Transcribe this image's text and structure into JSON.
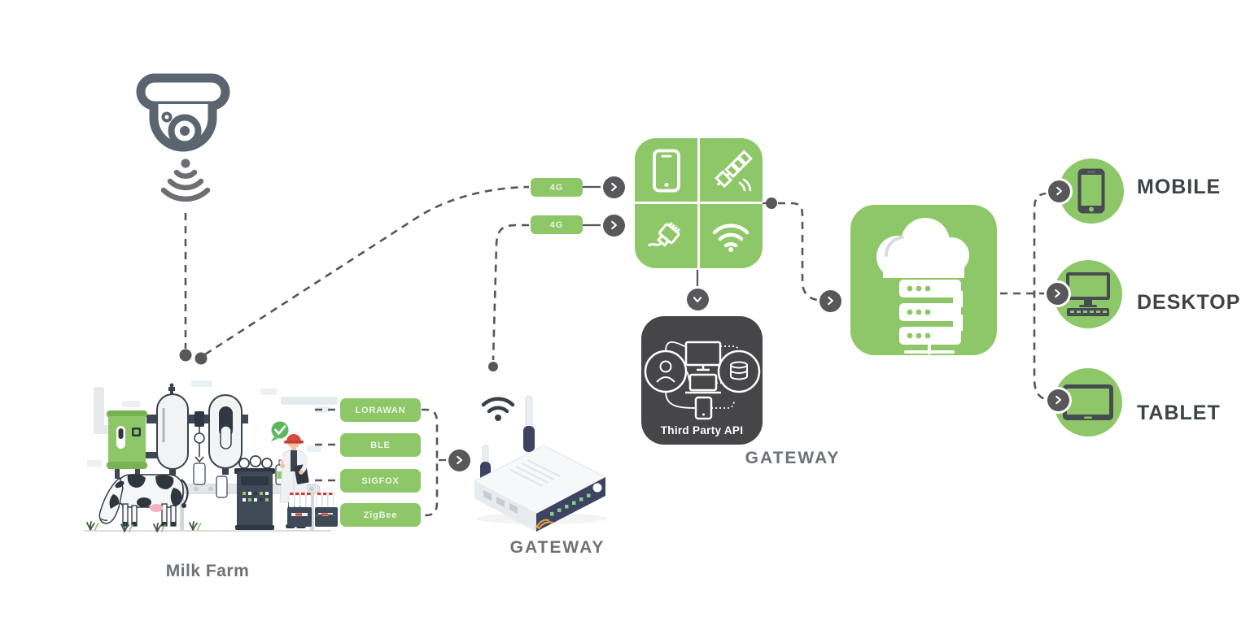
{
  "palette": {
    "green": "#8dc767",
    "green_dark": "#79b252",
    "arrow_circle": "#58585a",
    "api_box": "#464649",
    "wire": "#55565a",
    "section_label": "#6d7277",
    "device_label": "#3e4347",
    "camera_gray": "#5b6570"
  },
  "farm": {
    "label": "Milk Farm",
    "protocols": [
      {
        "label": "LORAWAN"
      },
      {
        "label": "BLE"
      },
      {
        "label": "SIGFOX"
      },
      {
        "label": "ZigBee"
      }
    ]
  },
  "camera": {
    "icon": "cctv-camera-icon"
  },
  "links": {
    "cellular_top": "4G",
    "cellular_bottom": "4G"
  },
  "router": {
    "label": "GATEWAY",
    "icon": "wifi-router"
  },
  "hub": {
    "icons": [
      "smartphone-icon",
      "satellite-icon",
      "ethernet-cable-icon",
      "wifi-icon"
    ]
  },
  "api": {
    "title": "Third Party API",
    "label": "GATEWAY",
    "icons": [
      "user-icon",
      "monitor-icon",
      "laptop-icon",
      "smartphone-icon",
      "database-icon"
    ]
  },
  "cloud": {
    "icon": "cloud-server-icon"
  },
  "devices": [
    {
      "label": "MOBILE",
      "icon": "smartphone-icon"
    },
    {
      "label": "DESKTOP",
      "icon": "desktop-computer-icon"
    },
    {
      "label": "TABLET",
      "icon": "tablet-icon"
    }
  ]
}
